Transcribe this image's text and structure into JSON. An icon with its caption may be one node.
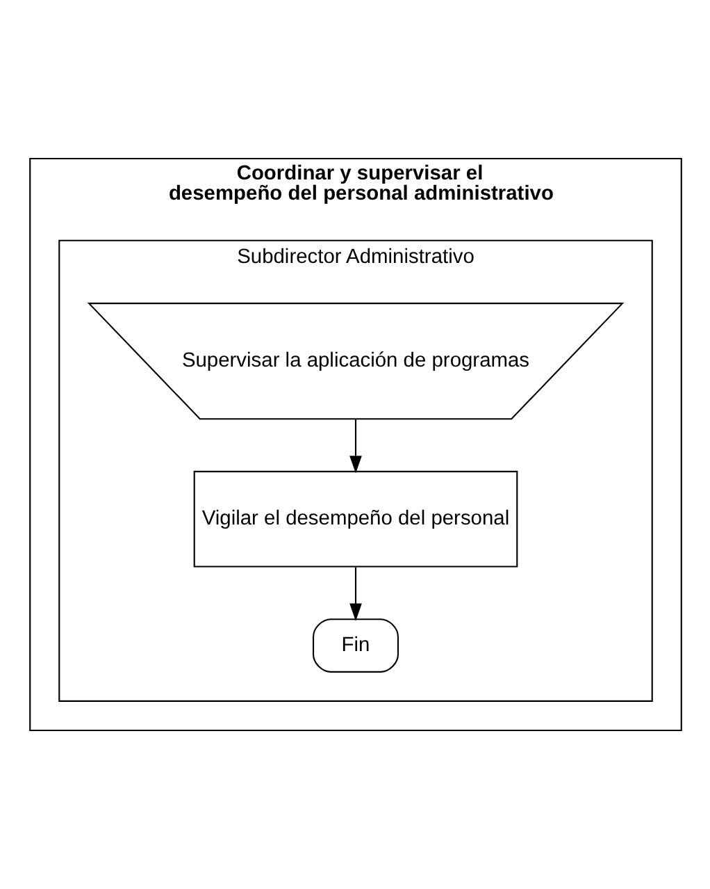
{
  "diagram": {
    "nodes": [
      {
        "text": [
          "Coordinar y supervisar el desempeño del personal administrativo"
        ]
      },
      {
        "text": [
          "Subdirector Administrativo"
        ],
        "in": 0
      },
      {
        "text": [
          "Supervisar la aplicación de programas"
        ],
        "in": 1
      },
      {
        "text": [
          "Vigilar el desempeño del personal"
        ],
        "in": 1
      },
      {
        "text": [
          "Fin"
        ],
        "in": 1
      }
    ],
    "edges": [
      {
        "from": 2,
        "to": 3,
        "arrow": "to"
      },
      {
        "from": 3,
        "to": 4,
        "arrow": "to"
      }
    ]
  }
}
